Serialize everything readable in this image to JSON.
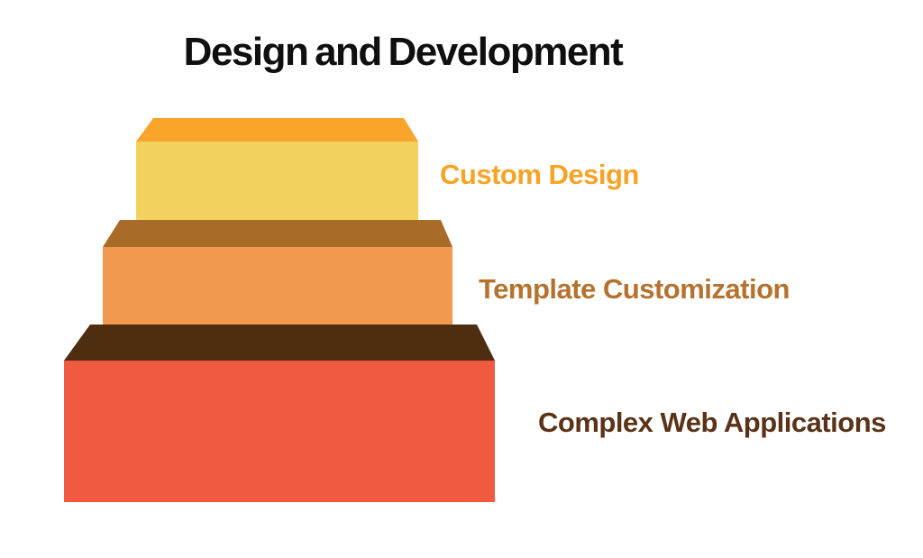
{
  "title": "Design and Development",
  "colors": {
    "background": "#ffffff",
    "title_text": "#0f0f0f"
  },
  "pyramid": {
    "description": "three-tier 3d step pyramid",
    "tiers": [
      {
        "rank": 1,
        "label": "Custom Design",
        "label_color": "#F6A326",
        "top_face_color": "#F9A42B",
        "front_face_color": "#F2D15F"
      },
      {
        "rank": 2,
        "label": "Template Customization",
        "label_color": "#B5722E",
        "top_face_color": "#A86C28",
        "front_face_color": "#F0994F"
      },
      {
        "rank": 3,
        "label": "Complex Web Applications",
        "label_color": "#5A3317",
        "top_face_color": "#4E2D11",
        "front_face_color": "#EF5A41"
      }
    ]
  }
}
